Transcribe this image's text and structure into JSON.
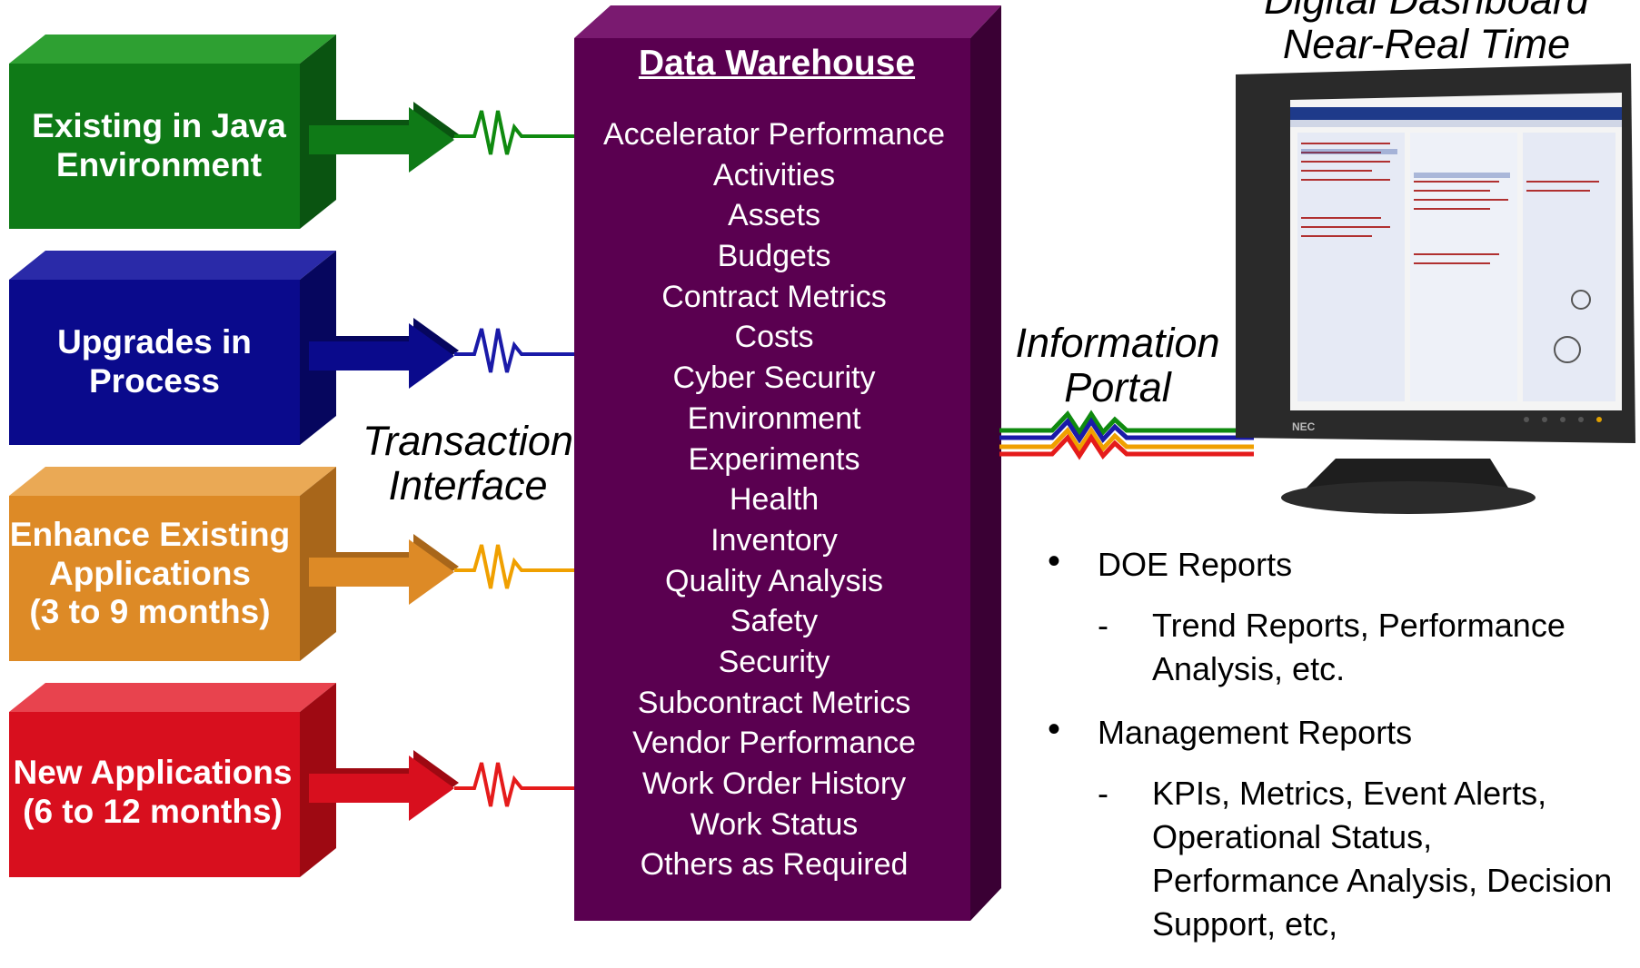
{
  "sources": [
    {
      "label_lines": [
        "Existing in Java",
        "Environment"
      ],
      "color": "#0f7a17",
      "dark": "#0a5411",
      "line_color": "#0f8a0f"
    },
    {
      "label_lines": [
        "Upgrades in",
        "Process"
      ],
      "color": "#0a0a8c",
      "dark": "#06065e",
      "line_color": "#1a1aa8"
    },
    {
      "label_lines": [
        "Enhance Existing",
        "Applications",
        "(3 to 9 months)"
      ],
      "color": "#dd8a26",
      "dark": "#a8661a",
      "line_color": "#f0a000"
    },
    {
      "label_lines": [
        "New Applications",
        "(6 to 12 months)"
      ],
      "color": "#d80f1e",
      "dark": "#9e0912",
      "line_color": "#e51b1b"
    }
  ],
  "warehouse": {
    "title": "Data Warehouse",
    "color": "#5a0050",
    "items": [
      "Accelerator Performance",
      "Activities",
      "Assets",
      "Budgets",
      "Contract Metrics",
      "Costs",
      "Cyber Security",
      "Environment",
      "Experiments",
      "Health",
      "Inventory",
      "Quality Analysis",
      "Safety",
      "Security",
      "Subcontract Metrics",
      "Vendor Performance",
      "Work Order History",
      "Work Status",
      "Others as Required"
    ]
  },
  "transaction_interface": [
    "Transaction",
    "Interface"
  ],
  "information_portal": [
    "Information",
    "Portal"
  ],
  "dashboard": [
    "Digital Dashboard",
    "Near-Real Time"
  ],
  "monitor": {
    "brand": "NEC"
  },
  "bullets": [
    {
      "text": "DOE Reports",
      "sub": [
        "Trend Reports, Performance Analysis, etc."
      ]
    },
    {
      "text": "Management Reports",
      "sub": [
        "KPIs, Metrics, Event Alerts, Operational Status, Performance Analysis, Decision Support, etc,"
      ]
    }
  ]
}
